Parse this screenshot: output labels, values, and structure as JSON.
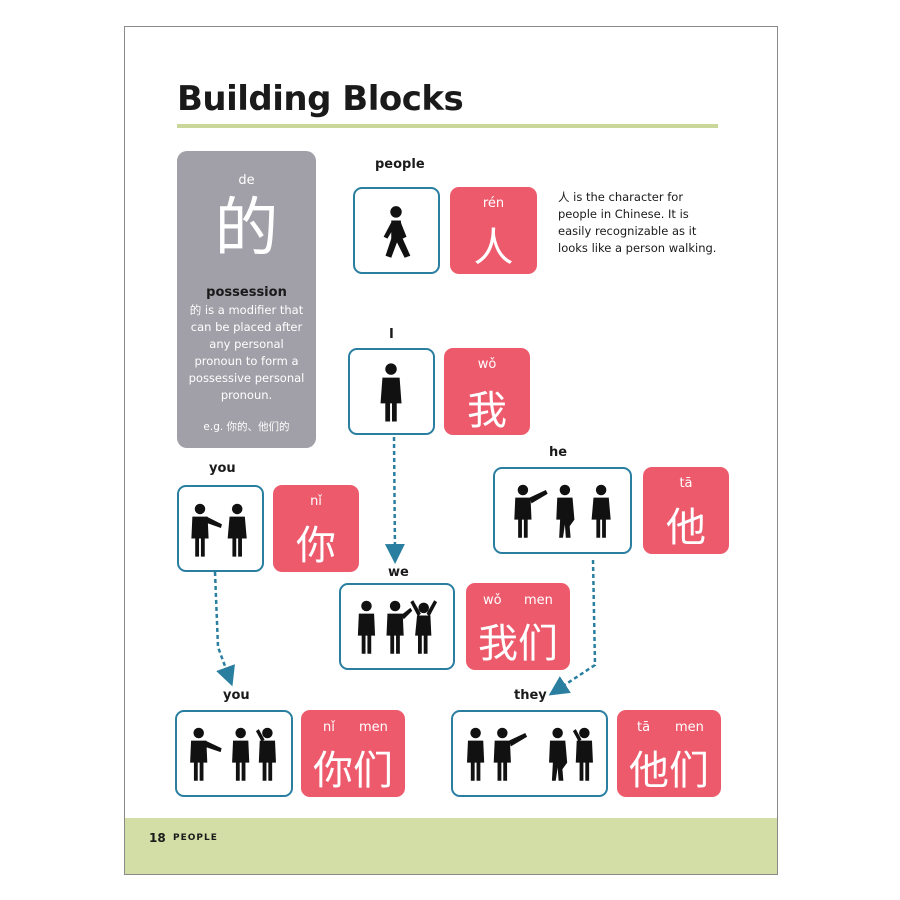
{
  "title": "Building Blocks",
  "footer": {
    "page_number": "18",
    "section": "PEOPLE"
  },
  "sidebar": {
    "pinyin": "de",
    "character": "的",
    "heading": "possession",
    "body": "的 is a modifier that can be placed after any personal pronoun to form a possessive personal pronoun.",
    "example": "e.g. 你的、他们的"
  },
  "entries": {
    "people": {
      "label": "people",
      "pinyin": "rén",
      "character": "人",
      "icon": "walking-person-icon"
    },
    "i": {
      "label": "I",
      "pinyin": "wǒ",
      "character": "我",
      "icon": "single-person-icon"
    },
    "you": {
      "label": "you",
      "pinyin": "nǐ",
      "character": "你",
      "icon": "pointing-person-icon"
    },
    "he": {
      "label": "he",
      "pinyin": "tā",
      "character": "他",
      "icon": "pointing-at-person-icon"
    },
    "we": {
      "label": "we",
      "pinyin1": "wǒ",
      "pinyin2": "men",
      "character": "我们",
      "icon": "group-cheering-icon"
    },
    "you_plural": {
      "label": "you",
      "pinyin1": "nǐ",
      "pinyin2": "men",
      "character": "你们",
      "icon": "pointing-at-group-icon"
    },
    "they": {
      "label": "they",
      "pinyin1": "tā",
      "pinyin2": "men",
      "character": "他们",
      "icon": "pointing-at-pair-icon"
    }
  },
  "description": "人 is the character for people in Chinese. It is easily recognizable as it looks like a person walking.",
  "colors": {
    "character_box": "#ec5a6c",
    "icon_border": "#2a7fa0",
    "sidebar": "#a19fa7",
    "accent": "#c9d89a",
    "footer": "#d3dea6"
  }
}
